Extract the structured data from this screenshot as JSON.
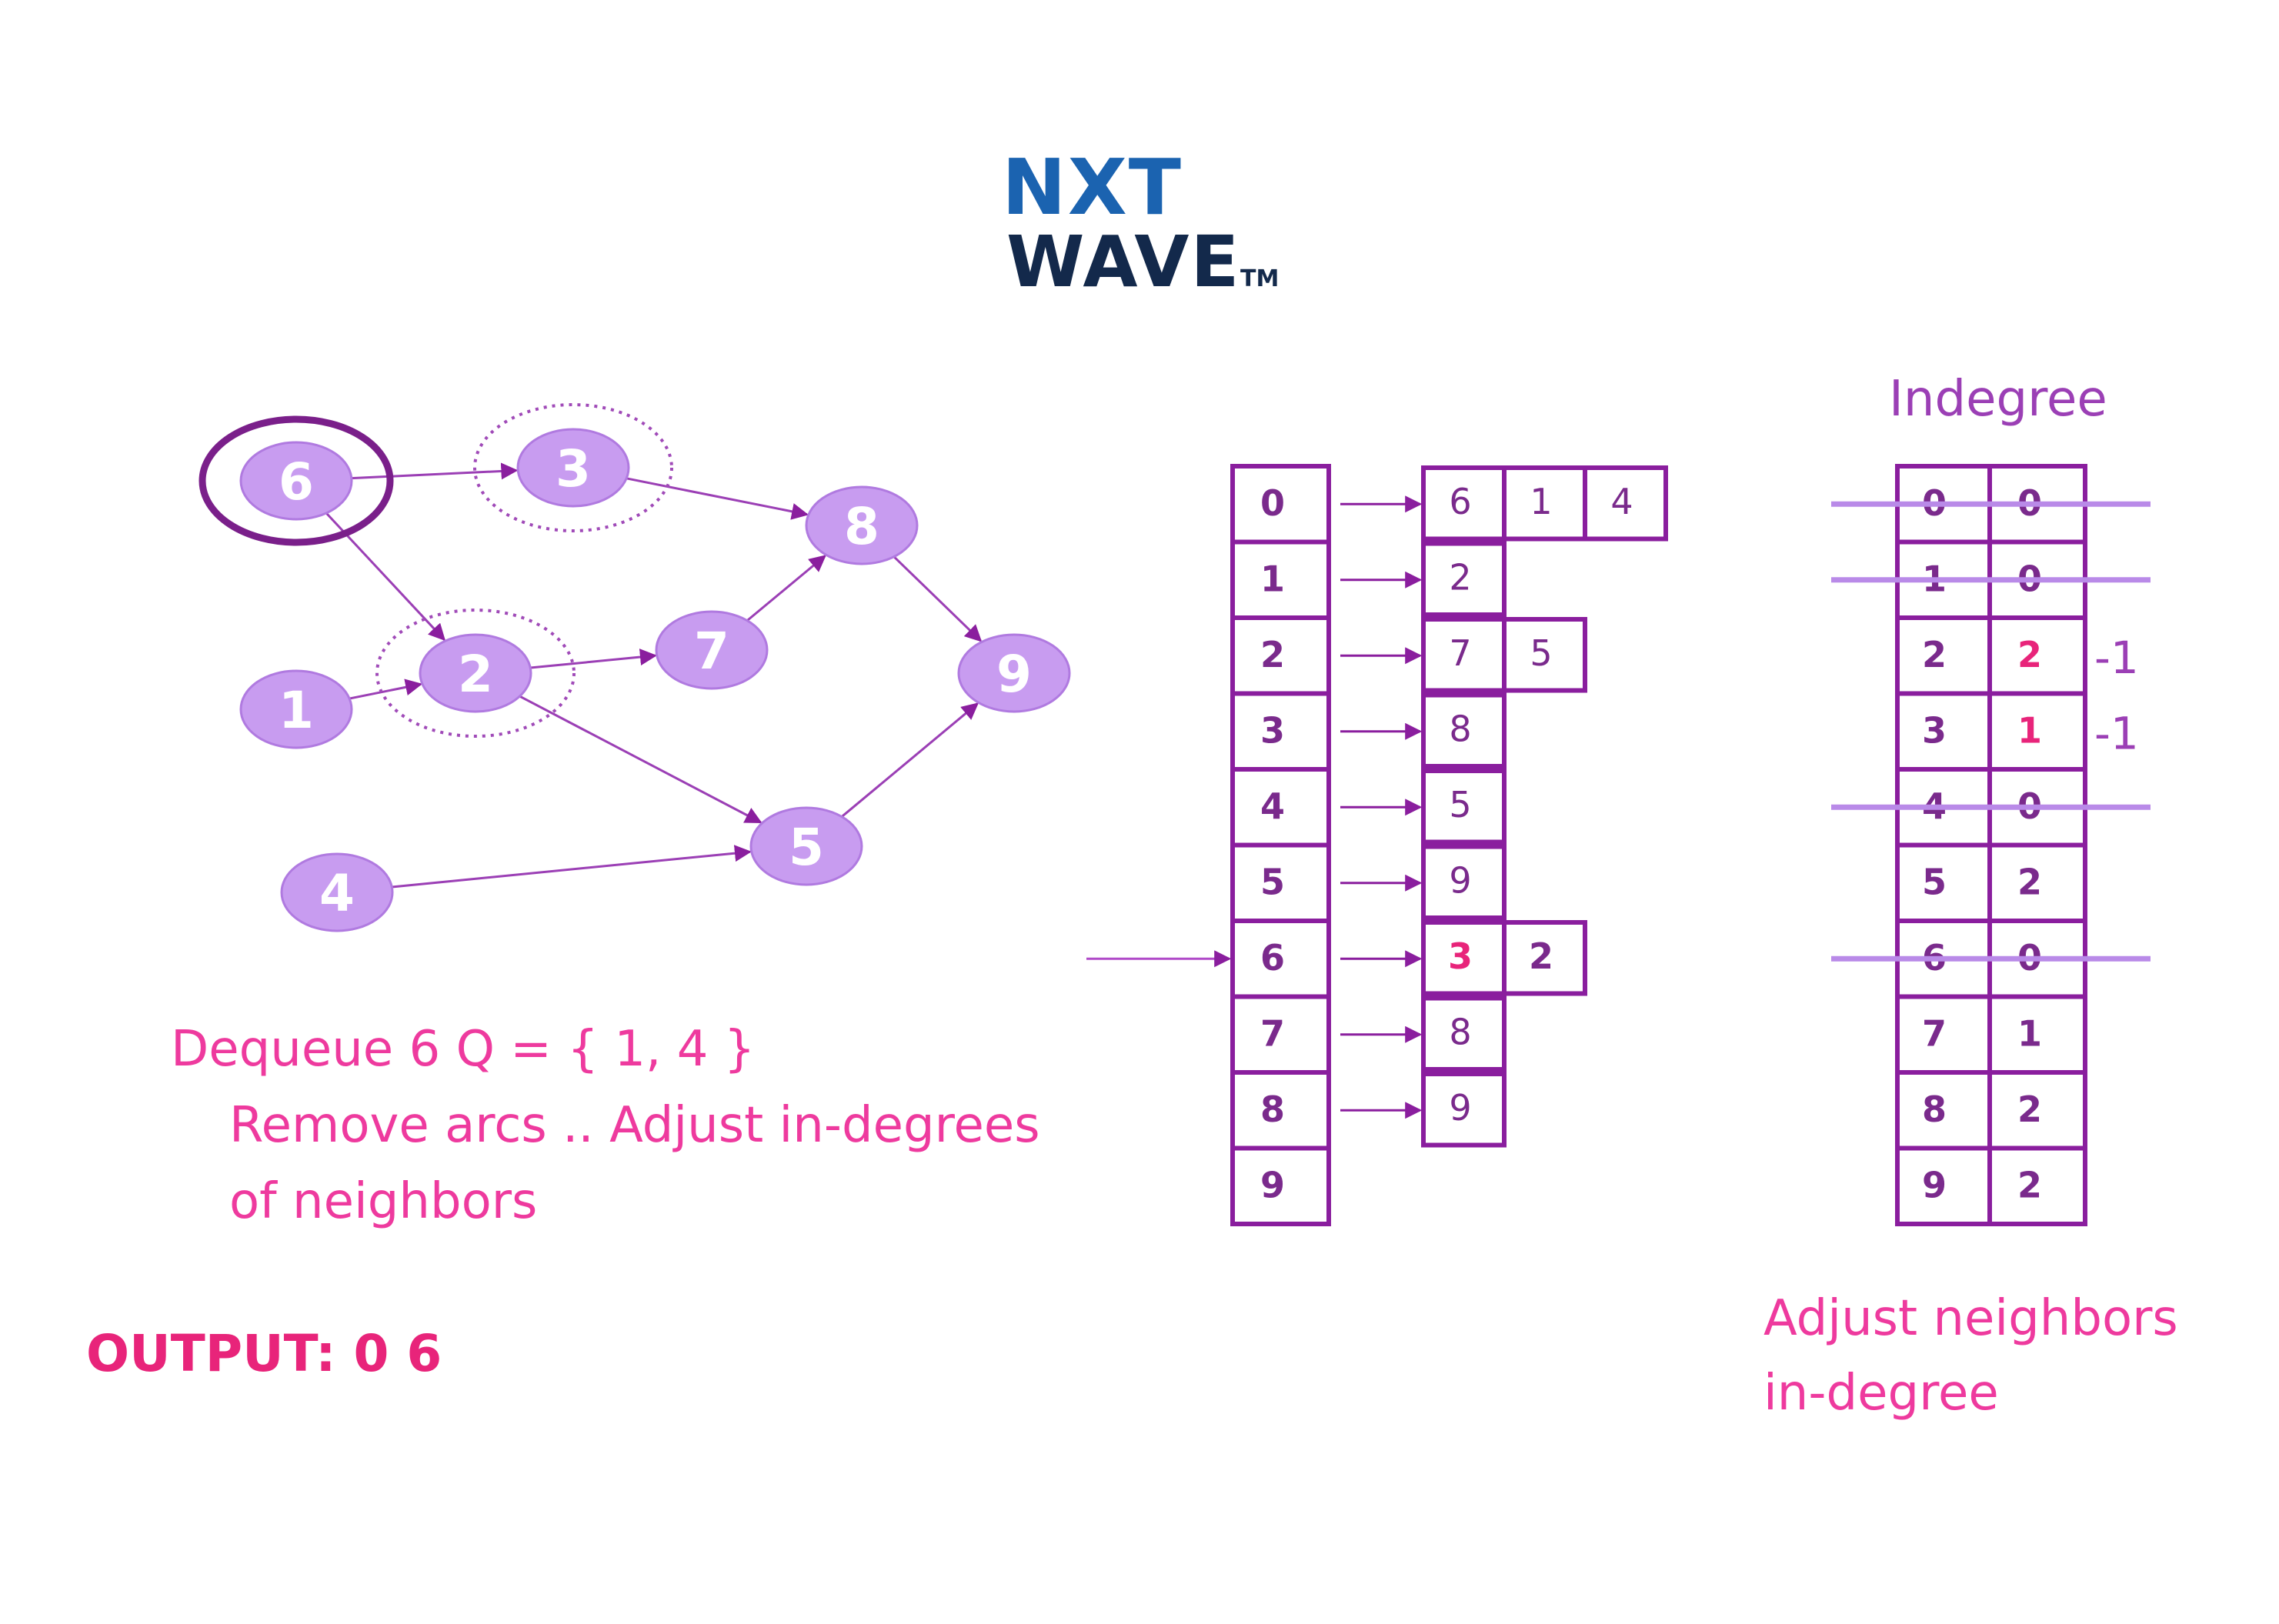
{
  "logo": {
    "line1": "NXT",
    "line2": "WAVE",
    "tm": "TM"
  },
  "colors": {
    "node_fill": "#c89cf0",
    "edge": "#9b3fb5",
    "table_stroke": "#8a1e9e",
    "highlight": "#e8247a",
    "caption": "#ee3a9e",
    "strike": "#b98ae8"
  },
  "graph": {
    "nodes": [
      {
        "id": "6",
        "label": "6",
        "style": "bold-ring"
      },
      {
        "id": "3",
        "label": "3",
        "style": "dotted-ring"
      },
      {
        "id": "8",
        "label": "8"
      },
      {
        "id": "1",
        "label": "1"
      },
      {
        "id": "2",
        "label": "2",
        "style": "dotted-ring"
      },
      {
        "id": "7",
        "label": "7"
      },
      {
        "id": "9",
        "label": "9"
      },
      {
        "id": "4",
        "label": "4"
      },
      {
        "id": "5",
        "label": "5"
      }
    ],
    "edges": [
      {
        "from": "6",
        "to": "3"
      },
      {
        "from": "6",
        "to": "2"
      },
      {
        "from": "3",
        "to": "8"
      },
      {
        "from": "1",
        "to": "2"
      },
      {
        "from": "2",
        "to": "7"
      },
      {
        "from": "2",
        "to": "5"
      },
      {
        "from": "7",
        "to": "8"
      },
      {
        "from": "8",
        "to": "9"
      },
      {
        "from": "4",
        "to": "5"
      },
      {
        "from": "5",
        "to": "9"
      }
    ]
  },
  "caption": {
    "line1": "Dequeue 6  Q = { 1, 4 }",
    "line2": "Remove arcs .. Adjust in-degrees",
    "line3": "of neighbors"
  },
  "output": "OUTPUT:  0 6",
  "adjacency": {
    "rows": [
      {
        "index": "0",
        "neighbors": [
          "6",
          "1",
          "4"
        ]
      },
      {
        "index": "1",
        "neighbors": [
          "2"
        ]
      },
      {
        "index": "2",
        "neighbors": [
          "7",
          "5"
        ]
      },
      {
        "index": "3",
        "neighbors": [
          "8"
        ]
      },
      {
        "index": "4",
        "neighbors": [
          "5"
        ]
      },
      {
        "index": "5",
        "neighbors": [
          "9"
        ]
      },
      {
        "index": "6",
        "neighbors": [
          "3",
          "2"
        ],
        "highlight": true,
        "pointer": true
      },
      {
        "index": "7",
        "neighbors": [
          "8"
        ]
      },
      {
        "index": "8",
        "neighbors": [
          "9"
        ]
      },
      {
        "index": "9",
        "neighbors": []
      }
    ]
  },
  "indegree": {
    "title": "Indegree",
    "rows": [
      {
        "vertex": "0",
        "value": "0",
        "struck": true
      },
      {
        "vertex": "1",
        "value": "0",
        "struck": true
      },
      {
        "vertex": "2",
        "value": "2",
        "highlight": true,
        "adjust": "-1"
      },
      {
        "vertex": "3",
        "value": "1",
        "highlight": true,
        "adjust": "-1"
      },
      {
        "vertex": "4",
        "value": "0",
        "struck": true
      },
      {
        "vertex": "5",
        "value": "2"
      },
      {
        "vertex": "6",
        "value": "0",
        "struck": true
      },
      {
        "vertex": "7",
        "value": "1"
      },
      {
        "vertex": "8",
        "value": "2"
      },
      {
        "vertex": "9",
        "value": "2"
      }
    ],
    "note_line1": "Adjust neighbors",
    "note_line2": "in-degree"
  }
}
